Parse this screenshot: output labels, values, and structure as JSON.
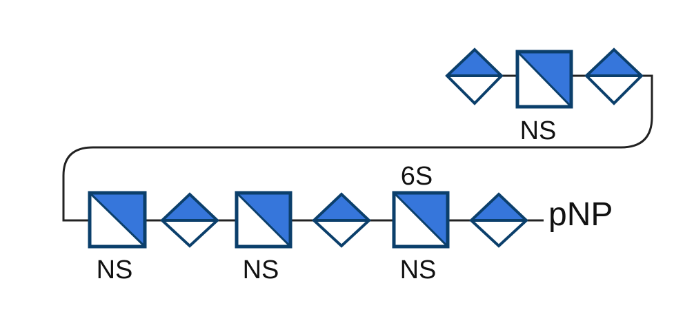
{
  "colors": {
    "fill_blue": "#3676DB",
    "outline": "#0B3F6B",
    "white": "#FFFFFF",
    "linker": "#222222",
    "text": "#111111"
  },
  "legend_symbols": {
    "square": "filled-square-half-diagonal",
    "diamond": "filled-diamond-top-half"
  },
  "labels": {
    "upper_ns": "NS",
    "lower_ns_1": "NS",
    "lower_ns_2": "NS",
    "lower_ns_3": "NS",
    "sulfation_6s": "6S",
    "reducing_end": "pNP"
  }
}
